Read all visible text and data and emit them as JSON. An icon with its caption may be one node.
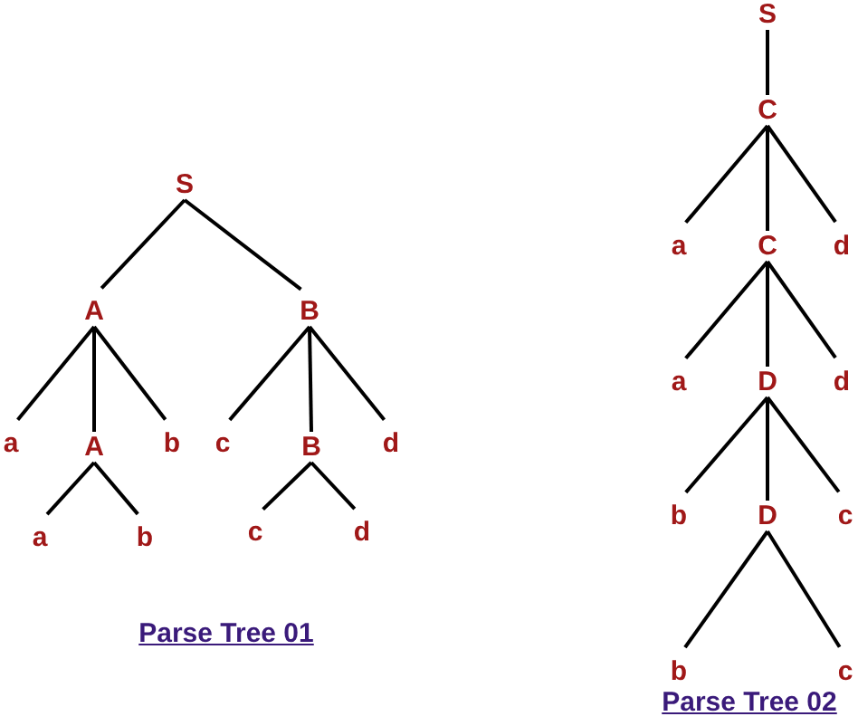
{
  "diagram": {
    "nodes": [
      {
        "text": [
          "S"
        ]
      },
      {
        "text": [
          "A"
        ]
      },
      {
        "text": [
          "B"
        ]
      },
      {
        "text": [
          "a"
        ]
      },
      {
        "text": [
          "A"
        ]
      },
      {
        "text": [
          "b"
        ]
      },
      {
        "text": [
          "c"
        ]
      },
      {
        "text": [
          "B"
        ]
      },
      {
        "text": [
          "d"
        ]
      },
      {
        "text": [
          "a"
        ]
      },
      {
        "text": [
          "b"
        ]
      },
      {
        "text": [
          "c"
        ]
      },
      {
        "text": [
          "d"
        ]
      },
      {
        "text": [
          "S"
        ]
      },
      {
        "text": [
          "C"
        ]
      },
      {
        "text": [
          "a"
        ]
      },
      {
        "text": [
          "C"
        ]
      },
      {
        "text": [
          "d"
        ]
      },
      {
        "text": [
          "a"
        ]
      },
      {
        "text": [
          "D"
        ]
      },
      {
        "text": [
          "d"
        ]
      },
      {
        "text": [
          "b"
        ]
      },
      {
        "text": [
          "D"
        ]
      },
      {
        "text": [
          "c"
        ]
      },
      {
        "text": [
          "b"
        ]
      },
      {
        "text": [
          "c"
        ]
      }
    ],
    "edges": [
      {
        "from": 0,
        "to": 1,
        "arrow": "none"
      },
      {
        "from": 0,
        "to": 2,
        "arrow": "none"
      },
      {
        "from": 1,
        "to": 3,
        "arrow": "none"
      },
      {
        "from": 1,
        "to": 4,
        "arrow": "none"
      },
      {
        "from": 1,
        "to": 5,
        "arrow": "none"
      },
      {
        "from": 4,
        "to": 9,
        "arrow": "none"
      },
      {
        "from": 4,
        "to": 10,
        "arrow": "none"
      },
      {
        "from": 2,
        "to": 6,
        "arrow": "none"
      },
      {
        "from": 2,
        "to": 7,
        "arrow": "none"
      },
      {
        "from": 2,
        "to": 8,
        "arrow": "none"
      },
      {
        "from": 7,
        "to": 11,
        "arrow": "none"
      },
      {
        "from": 7,
        "to": 12,
        "arrow": "none"
      },
      {
        "from": 13,
        "to": 14,
        "arrow": "none"
      },
      {
        "from": 14,
        "to": 15,
        "arrow": "none"
      },
      {
        "from": 14,
        "to": 16,
        "arrow": "none"
      },
      {
        "from": 14,
        "to": 17,
        "arrow": "none"
      },
      {
        "from": 16,
        "to": 18,
        "arrow": "none"
      },
      {
        "from": 16,
        "to": 19,
        "arrow": "none"
      },
      {
        "from": 16,
        "to": 20,
        "arrow": "none"
      },
      {
        "from": 19,
        "to": 21,
        "arrow": "none"
      },
      {
        "from": 19,
        "to": 22,
        "arrow": "none"
      },
      {
        "from": 19,
        "to": 23,
        "arrow": "none"
      },
      {
        "from": 22,
        "to": 24,
        "arrow": "none"
      },
      {
        "from": 22,
        "to": 25,
        "arrow": "none"
      }
    ],
    "labels": [
      "Parse Tree 01",
      "Parse Tree 02"
    ]
  }
}
